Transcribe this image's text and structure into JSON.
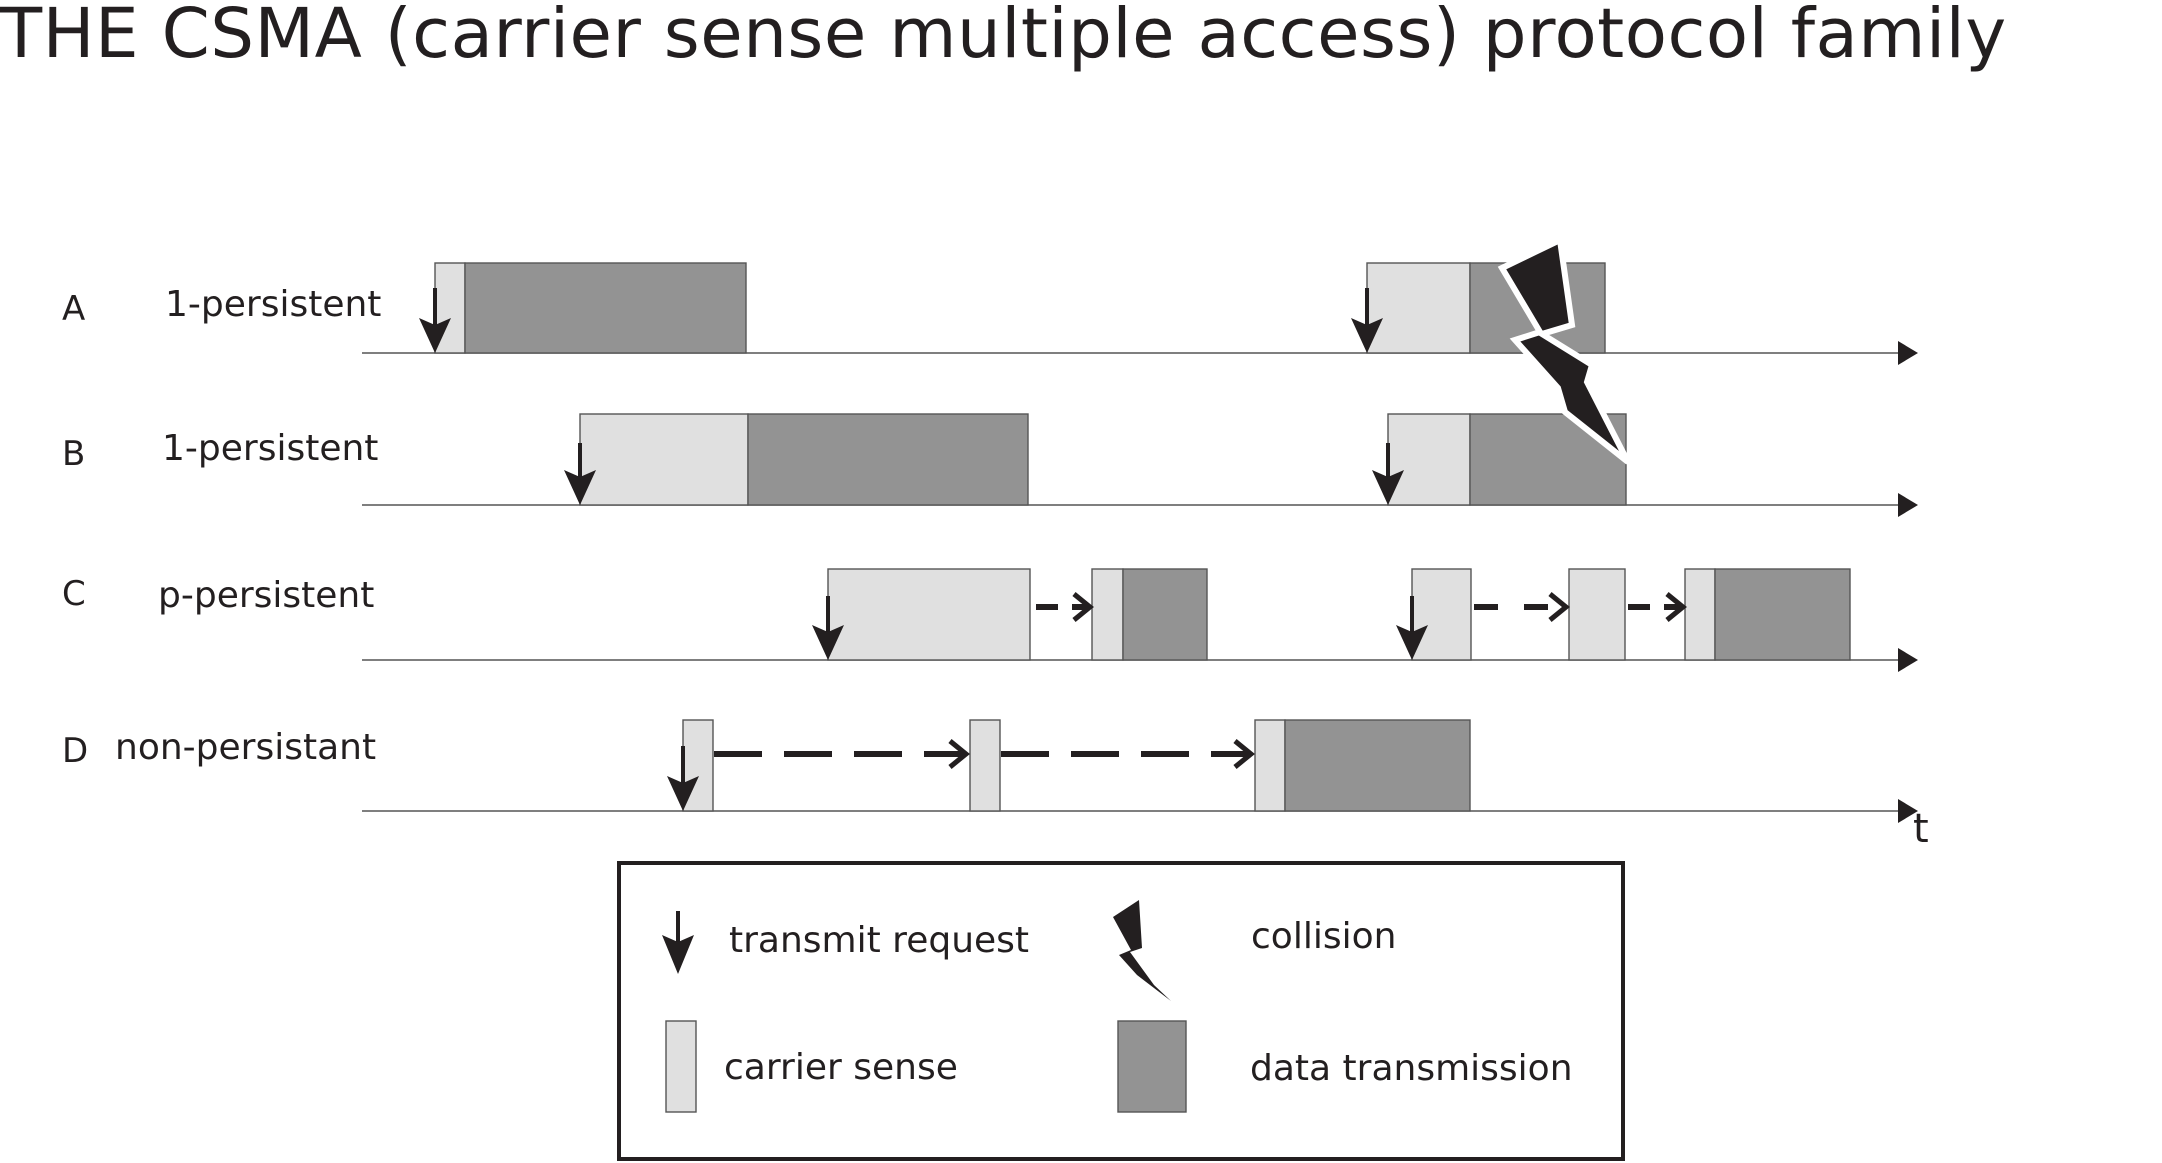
{
  "title": "THE CSMA (carrier sense multiple access) protocol family",
  "rows": [
    {
      "letter": "A",
      "mode": "1-persistent"
    },
    {
      "letter": "B",
      "mode": "1-persistent"
    },
    {
      "letter": "C",
      "mode": "p-persistent"
    },
    {
      "letter": "D",
      "mode": "non-persistant"
    }
  ],
  "time_axis_label": "t",
  "legend": {
    "transmit_request": "transmit request",
    "collision": "collision",
    "carrier_sense": "carrier sense",
    "data_transmission": "data transmission"
  },
  "colors": {
    "carrier_sense": "#e0e0e0",
    "data_transmission": "#939393",
    "ink": "#231f20",
    "axis": "#555555"
  }
}
